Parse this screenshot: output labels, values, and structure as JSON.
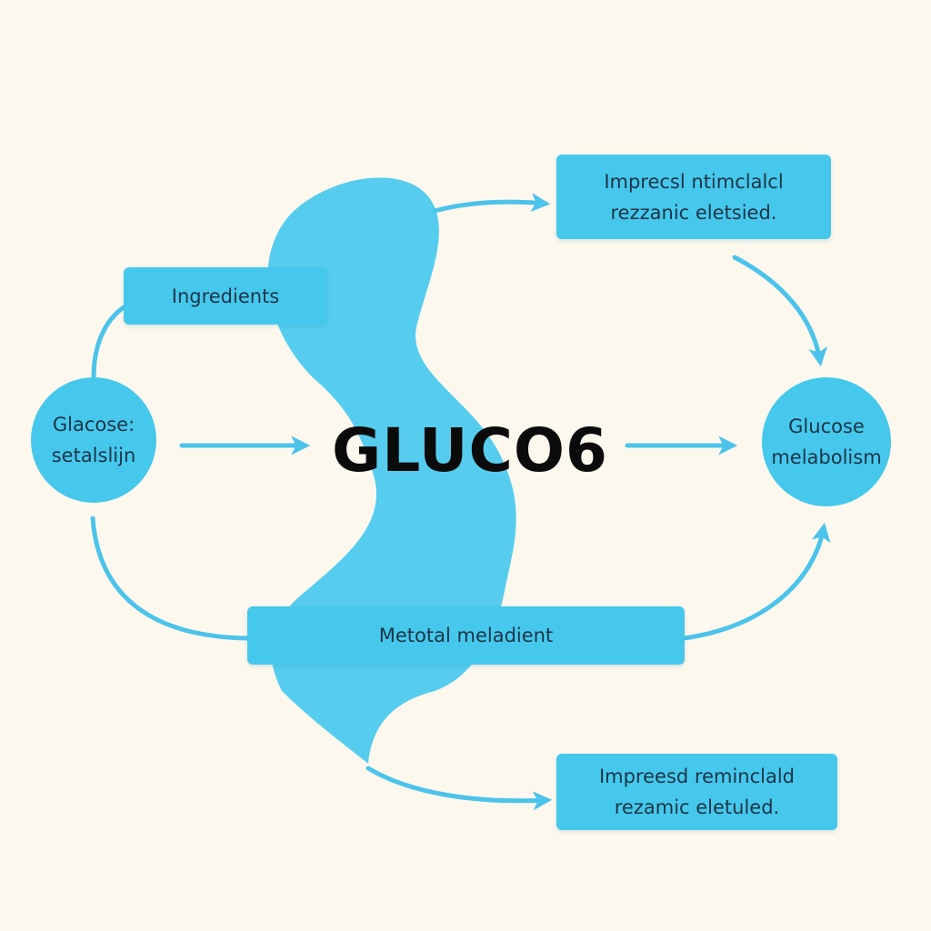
{
  "diagram": {
    "title": "GLUCO6",
    "nodes": {
      "ingredients": {
        "lines": [
          "Ingredients"
        ]
      },
      "glacose": {
        "lines": [
          "Glacose:",
          "setalslijn"
        ]
      },
      "glucose_metabolism": {
        "lines": [
          "Glucose",
          "melabolism"
        ]
      },
      "top_box": {
        "lines": [
          "Imprecsl ntimclalcl",
          "rezzanic eletsied."
        ]
      },
      "middle_box": {
        "lines": [
          "Metotal meladient"
        ]
      },
      "bottom_box": {
        "lines": [
          "Impreesd reminclald",
          "rezamic eletuled."
        ]
      }
    }
  },
  "colors": {
    "background": "#fdf8ee",
    "node_fill": "#45c8ec",
    "blob_fill": "#56cdee",
    "arrow": "#4cc3ea",
    "node_text": "#1d3447",
    "title_text": "#0b0b0b"
  }
}
